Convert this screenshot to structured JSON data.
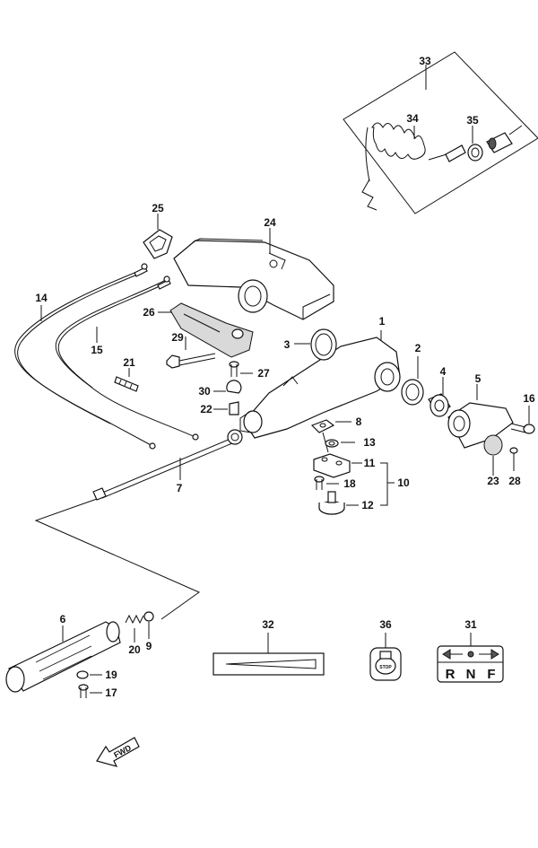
{
  "callouts": {
    "c1": "1",
    "c2": "2",
    "c3": "3",
    "c4": "4",
    "c5": "5",
    "c6": "6",
    "c7": "7",
    "c8": "8",
    "c9": "9",
    "c10": "10",
    "c11": "11",
    "c12": "12",
    "c13": "13",
    "c14": "14",
    "c15": "15",
    "c16": "16",
    "c17": "17",
    "c18": "18",
    "c19": "19",
    "c20": "20",
    "c21": "21",
    "c22": "22",
    "c23": "23",
    "c24": "24",
    "c25": "25",
    "c26": "26",
    "c27": "27",
    "c28": "28",
    "c29": "29",
    "c30": "30",
    "c31": "31",
    "c32": "32",
    "c33": "33",
    "c34": "34",
    "c35": "35",
    "c36": "36"
  },
  "decals": {
    "shift": {
      "r": "R",
      "n": "N",
      "f": "F"
    },
    "stop": "STOP",
    "direction": "FWD"
  },
  "colors": {
    "line": "#111111",
    "background": "#ffffff",
    "shade": "#d9d9d9"
  }
}
